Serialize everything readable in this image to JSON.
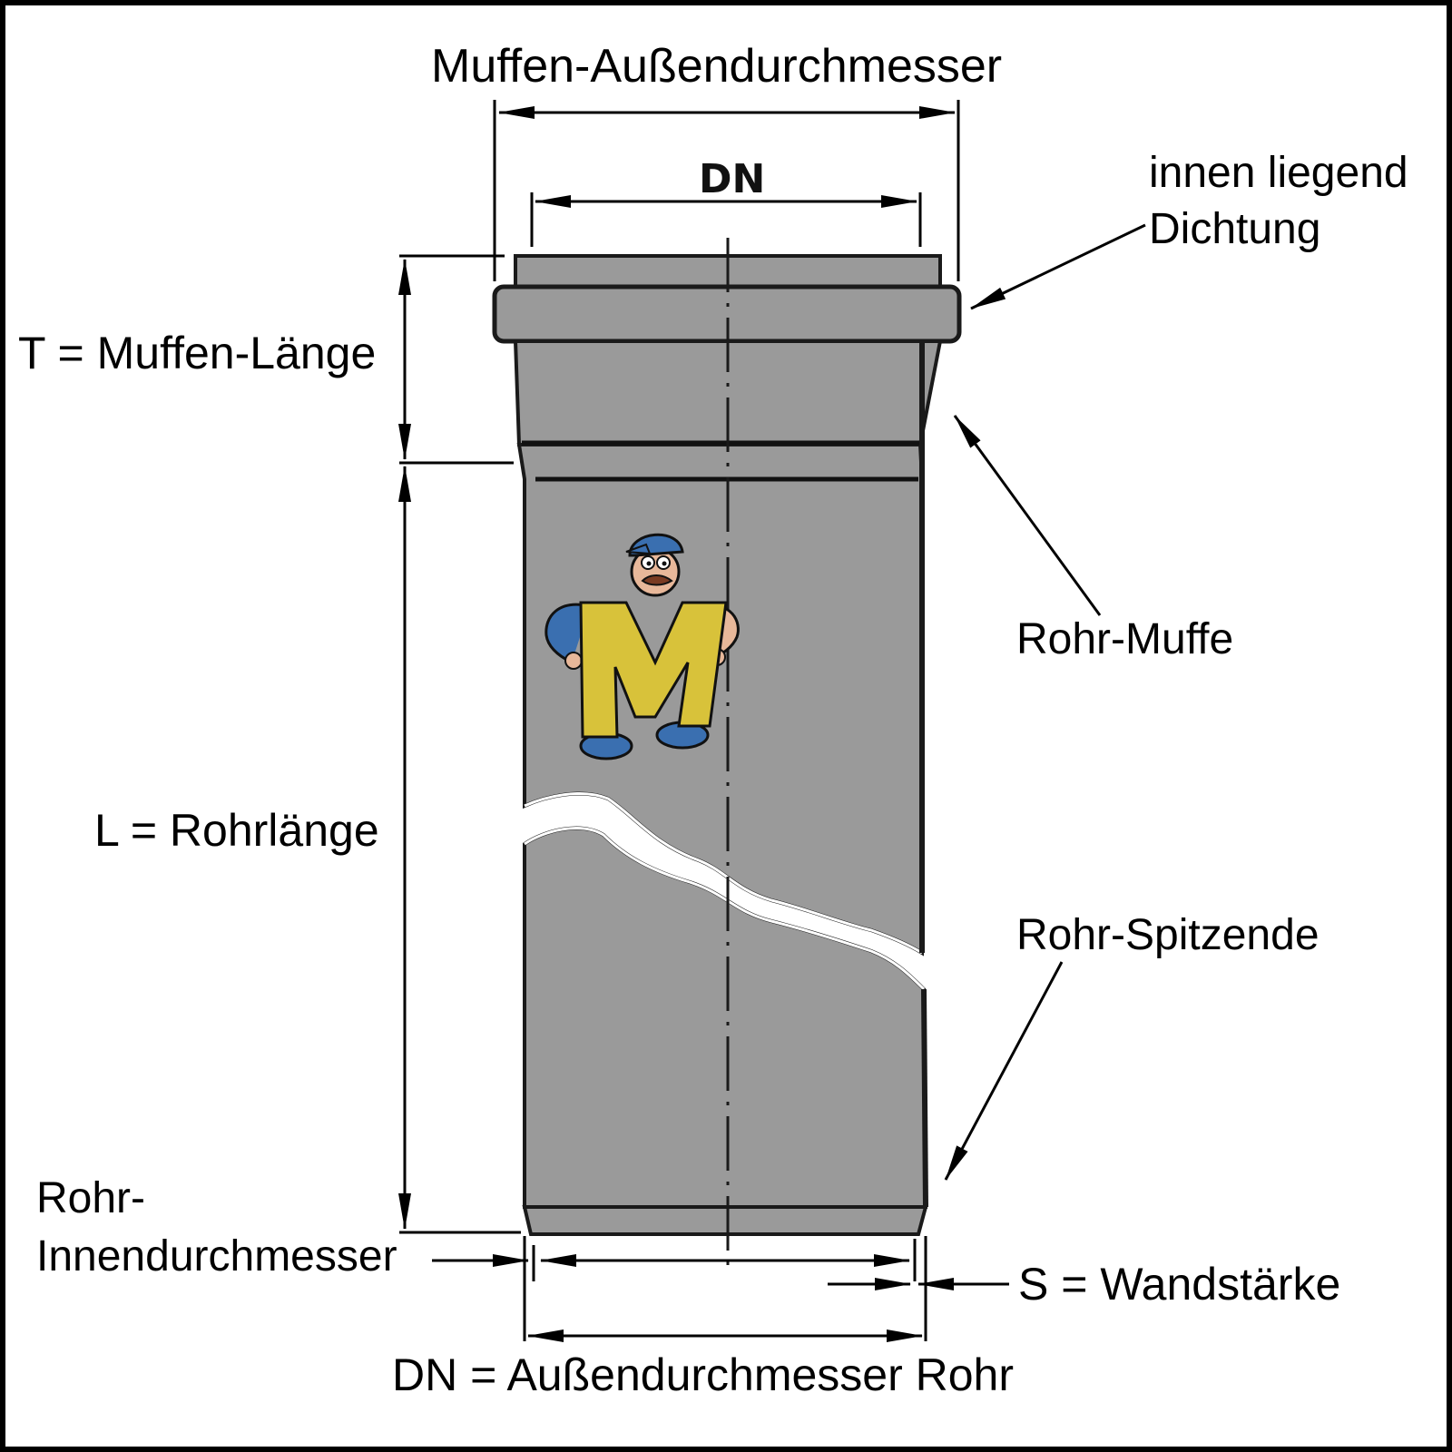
{
  "labels": {
    "muffen_aussendurchmesser": "Muffen-Außendurchmesser",
    "dn_top": "DN",
    "innen_liegend": "innen liegend",
    "dichtung": "Dichtung",
    "muffen_laenge": "T = Muffen-Länge",
    "rohr_muffe": "Rohr-Muffe",
    "rohrlaenge": "L = Rohrlänge",
    "rohr_spitzende": "Rohr-Spitzende",
    "rohr_innen_line1": "Rohr-",
    "rohr_innen_line2": "Innendurchmesser",
    "wandstaerke": "S = Wandstärke",
    "dn_aussendurchmesser_rohr": "DN = Außendurchmesser Rohr"
  },
  "logo": {
    "letter": "M",
    "colors": {
      "letter": "#d8c23a",
      "cap": "#3a6fb0",
      "shirt": "#3a6fb0",
      "skin": "#e8b89a"
    }
  },
  "colors": {
    "pipe_fill": "#9a9a9a",
    "pipe_stroke": "#1a1a1a",
    "frame": "#000000",
    "background": "#ffffff"
  }
}
